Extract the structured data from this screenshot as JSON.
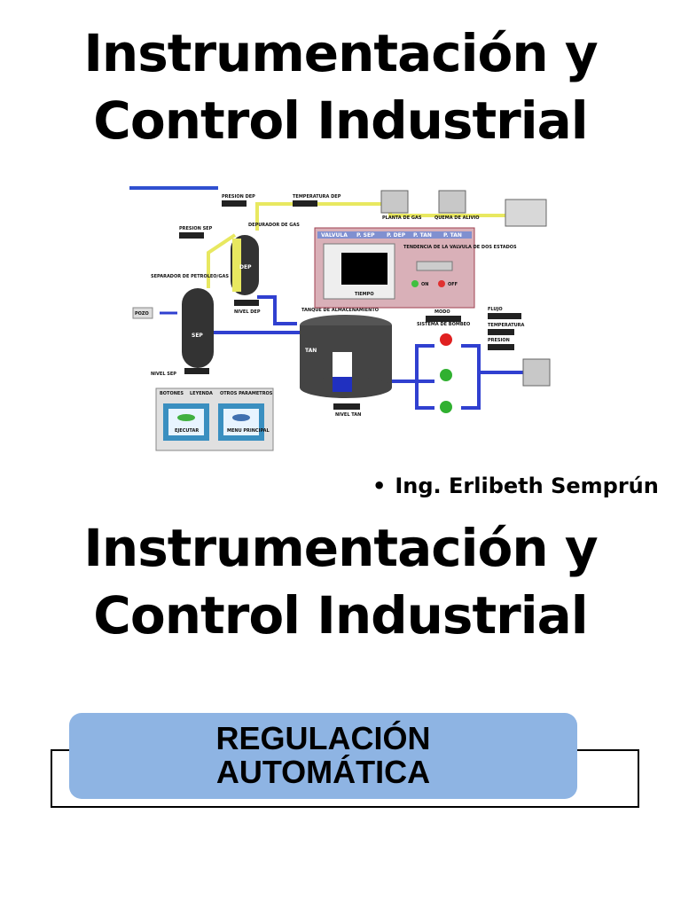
{
  "title_top": {
    "line1": "Instrumentación y",
    "line2": "Control Industrial"
  },
  "scada": {
    "presion_dep": "PRESION DEP",
    "temperatura_dep": "TEMPERATURA DEP",
    "presion_sep": "PRESION SEP",
    "depurador_gas": "DEPURADOR DE GAS",
    "separador": "SEPARADOR DE PETROLEO/GAS",
    "nivel_dep": "NIVEL DEP",
    "nivel_sep": "NIVEL SEP",
    "nivel_tan": "NIVEL TAN",
    "pozo": "POZO",
    "tanque_almacenamiento": "TANQUE DE ALMACENAMIENTO",
    "dep": "DEP",
    "sep": "SEP",
    "tan": "TAN",
    "planta_gas": "PLANTA DE GAS",
    "quema": "QUEMA DE ALIVIO",
    "sistema_bombeo": "SISTEMA DE BOMBEO",
    "modo": "MODO",
    "flujo": "FLUJO",
    "temperatura": "TEMPERATURA",
    "presion": "PRESION",
    "tabs": [
      "VALVULA",
      "P. SEP",
      "P. DEP",
      "P. TAN",
      "P. TAN"
    ],
    "tendencia": "TENDENCIA DE LA VALVULA DE DOS ESTADOS",
    "tiempo": "TIEMPO",
    "on": "ON",
    "off": "OFF",
    "panel_tabs": [
      "BOTONES",
      "LEYENDA",
      "OTROS PARAMETROS"
    ],
    "ejecutar": "EJECUTAR",
    "menu": "MENU PRINCIPAL"
  },
  "author": {
    "bullet": "•",
    "name": "Ing. Erlibeth Semprún"
  },
  "title_bottom": {
    "line1": "Instrumentación y",
    "line2": "Control Industrial"
  },
  "banner": {
    "line1": "REGULACIÓN",
    "line2": "AUTOMÁTICA",
    "color": "#8eb4e3"
  }
}
